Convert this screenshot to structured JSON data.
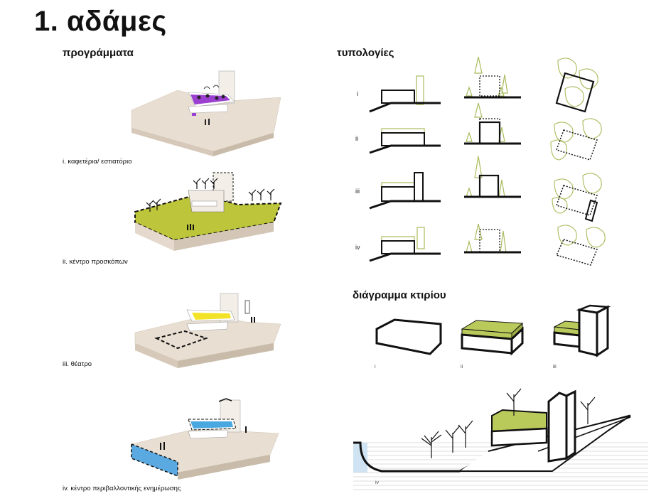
{
  "title": "1. αδάμες",
  "sections": {
    "programs": "προγράμματα",
    "typologies": "τυπολογίες",
    "building_diagram": "διάγραμμα κτιρίου"
  },
  "program_captions": [
    "i. καφετέρια/ εστιατόριο",
    "ii. κέντρο προσκόπων",
    "iii. θέατρο",
    "iv. κέντρο περιβαλλοντικής ενημέρωσης"
  ],
  "typology_rows": [
    "i",
    "ii",
    "iii",
    "iv"
  ],
  "diagram_labels": [
    "i",
    "ii",
    "iii"
  ],
  "section_label": "iv",
  "colors": {
    "ground": "#e6dcd0",
    "ground_side": "#d8ccbe",
    "green": "#b9c95a",
    "light_green": "#a8bc5c",
    "purple": "#9a3fd0",
    "yellow": "#f3e328",
    "blue": "#4aa8e0",
    "water": "#cfe3f2"
  }
}
